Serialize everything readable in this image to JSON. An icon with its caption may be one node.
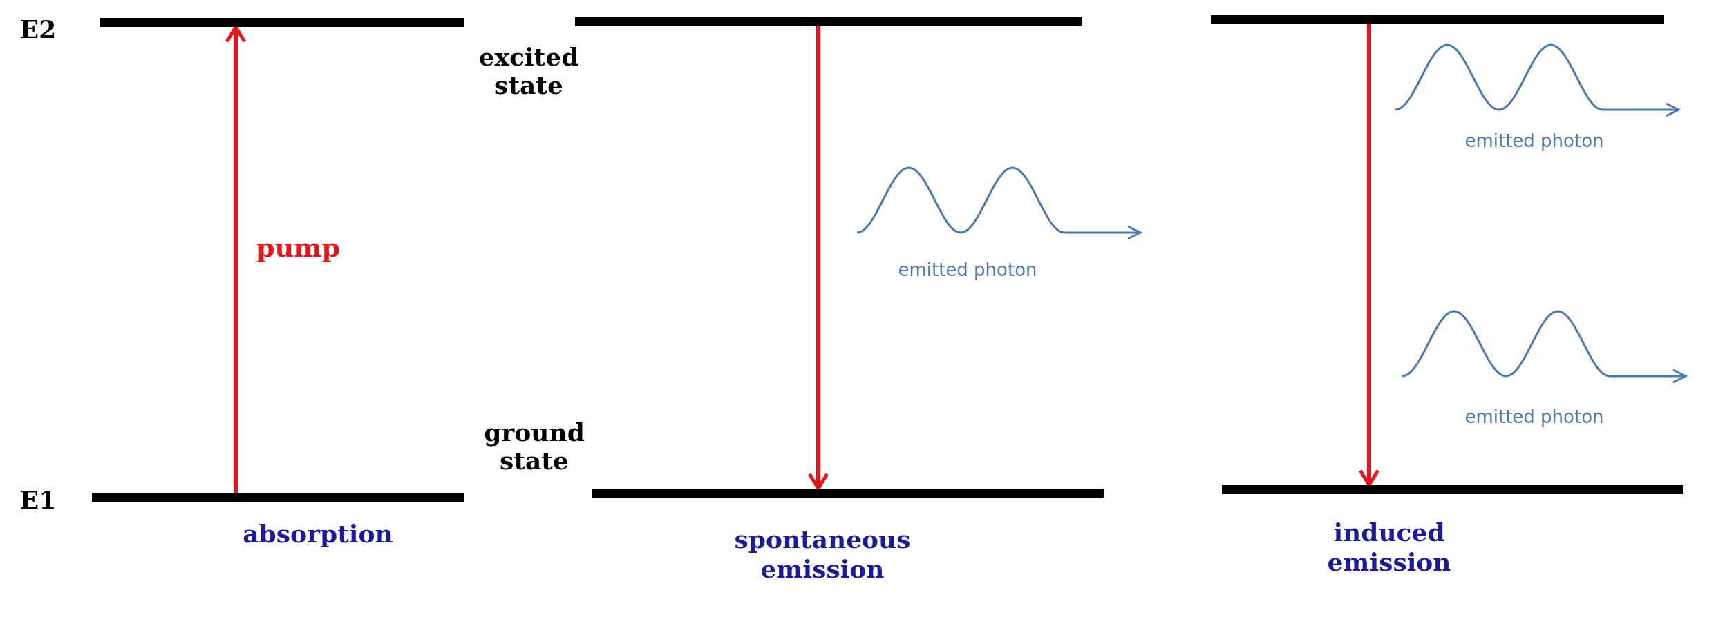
{
  "diagram": {
    "nodes": [
      {
        "text": [],
        "shape": "bar"
      },
      {
        "text": [],
        "shape": "bar"
      },
      {
        "text": [],
        "shape": "bar"
      },
      {
        "text": [],
        "shape": "bar",
        "beside": [
          "absorption"
        ]
      },
      {
        "text": [],
        "shape": "bar",
        "beside": [
          "spontaneous emission"
        ]
      },
      {
        "text": [],
        "shape": "bar",
        "beside": [
          "induced emission"
        ]
      }
    ],
    "edges": [
      {
        "from": 3,
        "to": 0,
        "arrow": "to",
        "label": "pump"
      },
      {
        "from": 1,
        "to": 4,
        "arrow": "to"
      },
      {
        "from": 2,
        "to": 5,
        "arrow": "to"
      }
    ],
    "labels": [
      "E2",
      "excited state",
      "emitted photon",
      "emitted photon",
      "emitted photon",
      "ground state",
      "E1"
    ]
  }
}
